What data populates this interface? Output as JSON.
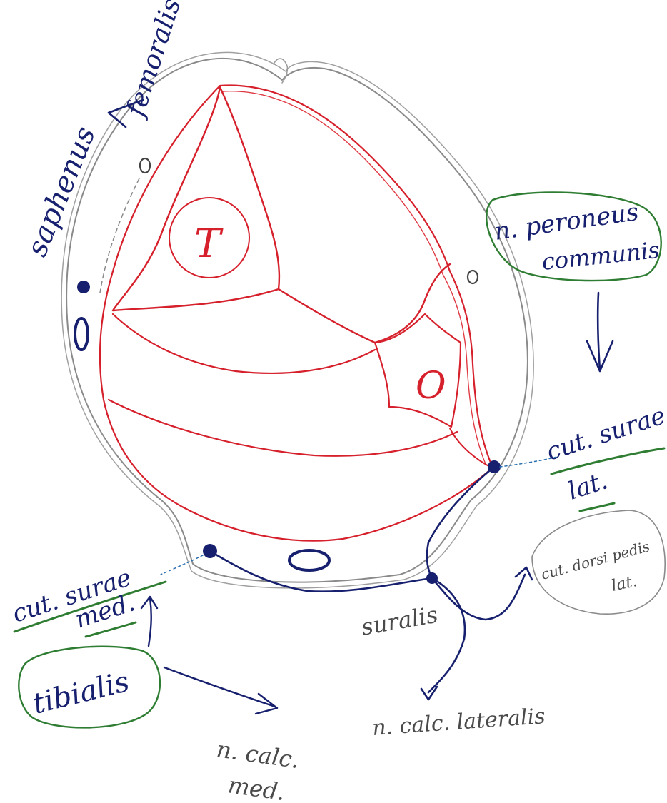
{
  "diagram": {
    "labels": {
      "saphenus": "saphenus",
      "femoralis": "femoralis",
      "peroneus_line1": "n. peroneus",
      "peroneus_line2": "communis",
      "cut_surae_lat_line1": "cut. surae",
      "cut_surae_lat_line2": "lat.",
      "cut_dorsi_pedis_line1": "cut. dorsi pedis",
      "cut_dorsi_pedis_line2": "lat.",
      "cut_surae_med_line1": "cut. surae",
      "cut_surae_med_line2": "med.",
      "suralis": "suralis",
      "tibialis": "tibialis",
      "calc_lateralis": "n. calc. lateralis",
      "calc_med_line1": "n. calc.",
      "calc_med_line2": "med.",
      "tibia_letter": "T",
      "fibula_letter": "O"
    },
    "colors": {
      "bone_and_septa": "#d6202c",
      "nerve_ink": "#17206e",
      "highlight_frame": "#2e7d32",
      "skin_outline": "#8a8a8a",
      "note_ink": "#4a4a4a"
    }
  }
}
